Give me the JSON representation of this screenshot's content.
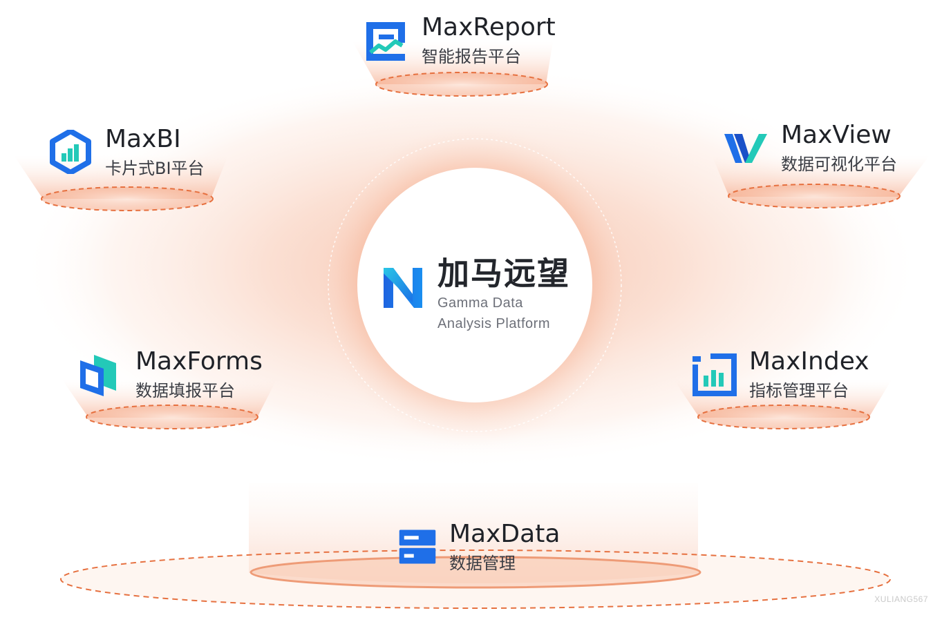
{
  "center": {
    "title_cn": "加马远望",
    "subtitle_line1": "Gamma Data",
    "subtitle_line2": "Analysis Platform"
  },
  "products": {
    "maxreport": {
      "name": "MaxReport",
      "desc": "智能报告平台",
      "icon": "report-chart-icon"
    },
    "maxbi": {
      "name": "MaxBI",
      "desc": "卡片式BI平台",
      "icon": "hexagon-bar-chart-icon"
    },
    "maxview": {
      "name": "MaxView",
      "desc": "数据可视化平台",
      "icon": "v-logo-icon"
    },
    "maxforms": {
      "name": "MaxForms",
      "desc": "数据填报平台",
      "icon": "stacked-forms-icon"
    },
    "maxindex": {
      "name": "MaxIndex",
      "desc": "指标管理平台",
      "icon": "index-bar-chart-icon"
    },
    "maxdata": {
      "name": "MaxData",
      "desc": "数据管理",
      "icon": "database-icon"
    }
  },
  "watermark": "XULIANG567",
  "colors": {
    "brand_blue": "#1f6fe8",
    "accent_teal": "#23c9b8",
    "glow_orange": "#f4a07a",
    "dash_orange": "#e6703f"
  }
}
